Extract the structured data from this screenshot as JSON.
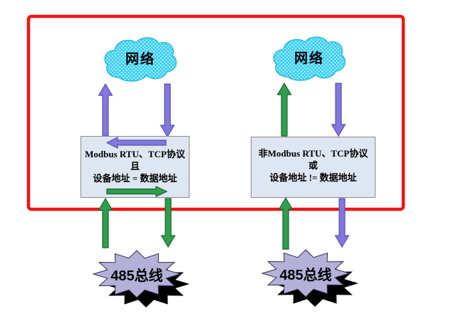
{
  "colors": {
    "frame": "#f21414",
    "cloud_fill": "#41d1f3",
    "cloud_dot": "#d9f7fd",
    "purple": "#8377dc",
    "green": "#2f9e4e",
    "box_fill": "#dee6f2",
    "burst_fill": "#b4b0d8",
    "burst_shadow": "#000000"
  },
  "left": {
    "cloud_label": "网络",
    "box_lines": [
      "Modbus RTU、TCP协议",
      "且",
      "设备地址 = 数据地址"
    ],
    "bus_label": "485总线"
  },
  "right": {
    "cloud_label": "网络",
    "box_lines": [
      "非Modbus RTU、TCP协议",
      "或",
      "设备地址 != 数据地址"
    ],
    "bus_label": "485总线"
  }
}
